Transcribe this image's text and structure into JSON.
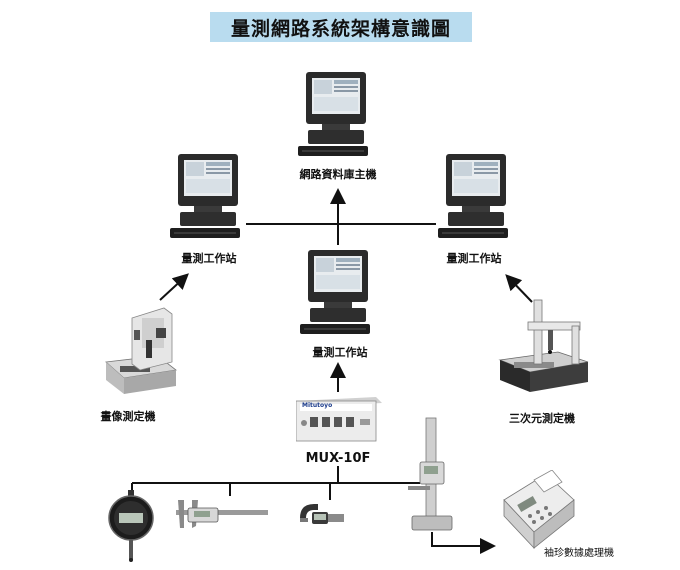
{
  "title": "量測網路系統架構意識圖",
  "nodes": {
    "server": {
      "label": "網路資料庫主機",
      "icon": "computer-workstation-icon"
    },
    "left_station": {
      "label": "量測工作站",
      "icon": "computer-workstation-icon"
    },
    "right_station": {
      "label": "量測工作站",
      "icon": "computer-workstation-icon"
    },
    "center_station": {
      "label": "量測工作站",
      "icon": "computer-workstation-icon"
    },
    "vision_machine": {
      "label": "畫像測定機",
      "icon": "vision-measuring-machine-icon"
    },
    "cmm": {
      "label": "三次元測定機",
      "icon": "coordinate-measuring-machine-icon"
    },
    "mux": {
      "label": "MUX-10F",
      "brand": "Mitutoyo",
      "icon": "multiplexer-box-icon"
    },
    "dial_indicator": {
      "icon": "digital-dial-indicator-icon"
    },
    "caliper": {
      "icon": "digital-caliper-icon"
    },
    "micrometer": {
      "icon": "digital-micrometer-icon"
    },
    "height_gauge": {
      "icon": "height-gauge-icon"
    },
    "printer": {
      "label": "袖珍數據處理機",
      "icon": "data-processor-printer-icon"
    }
  },
  "colors": {
    "title_bg": "#b9dcef",
    "line": "#111111"
  }
}
